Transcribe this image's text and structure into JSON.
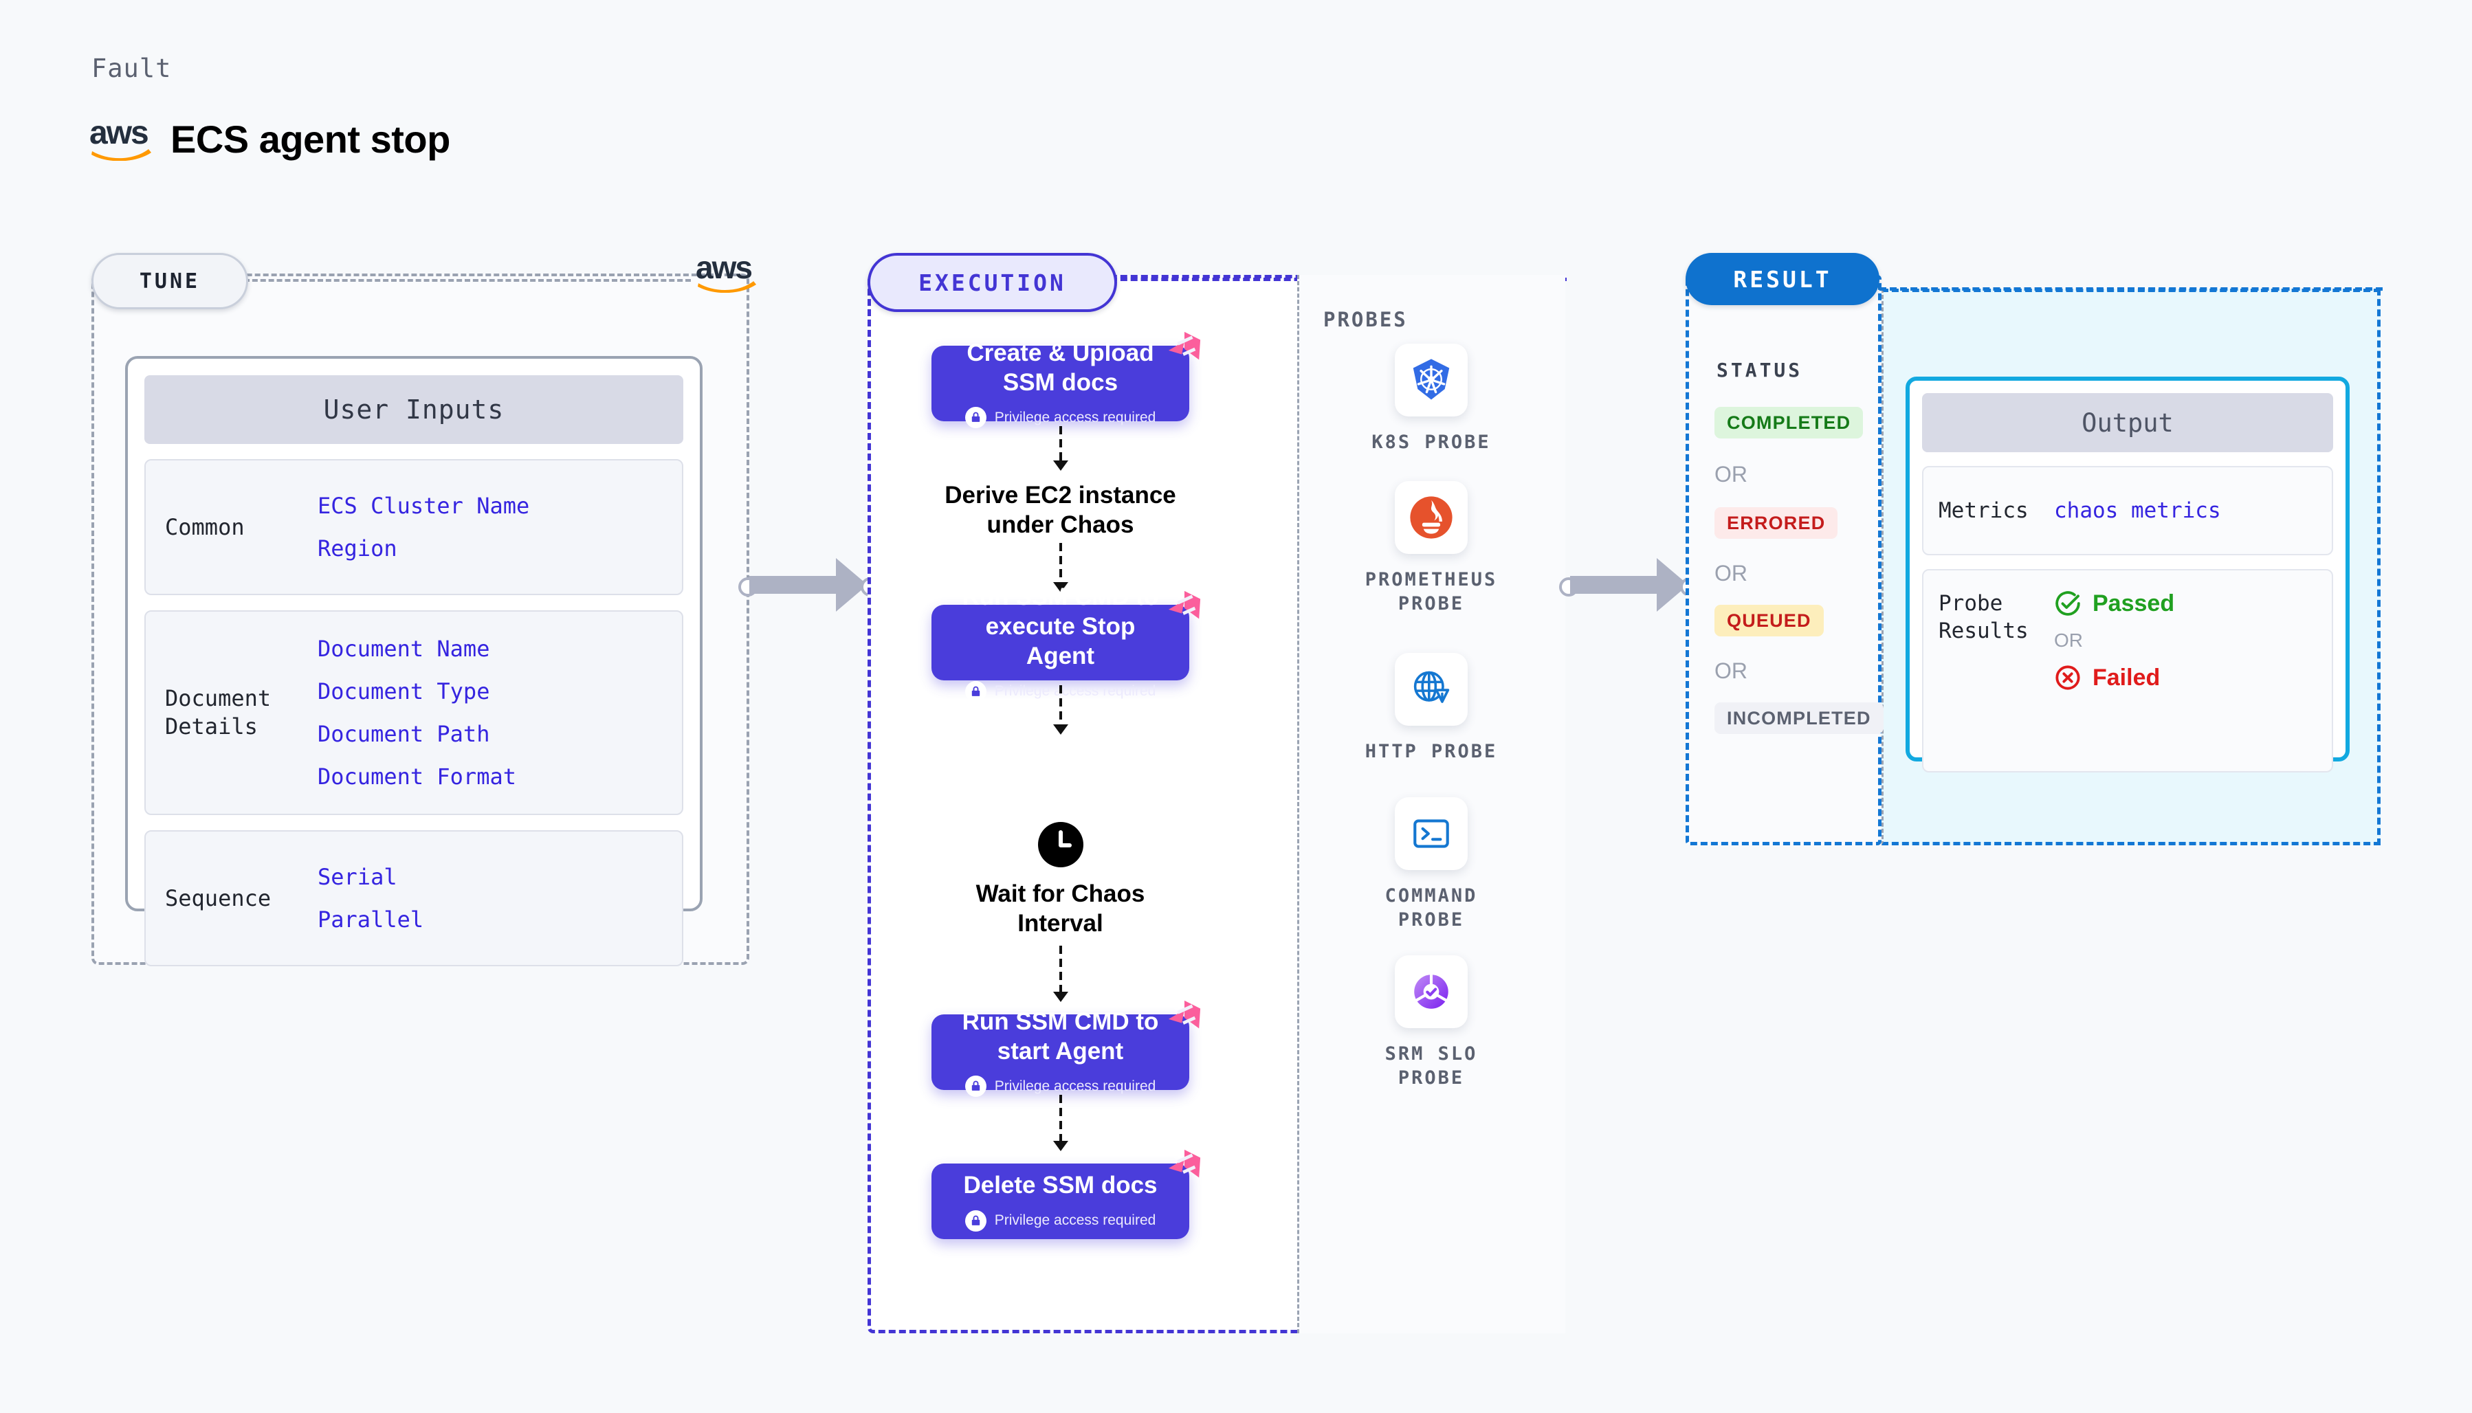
{
  "header": {
    "eyebrow": "Fault",
    "title": "ECS agent stop",
    "logo": "aws-logo"
  },
  "tune": {
    "pill_label": "TUNE",
    "card_title": "User Inputs",
    "groups": [
      {
        "label": "Common",
        "values": [
          "ECS Cluster Name",
          "Region"
        ]
      },
      {
        "label": "Document\nDetails",
        "values": [
          "Document Name",
          "Document Type",
          "Document Path",
          "Document Format"
        ]
      },
      {
        "label": "Sequence",
        "values": [
          "Serial",
          "Parallel"
        ]
      }
    ]
  },
  "execution": {
    "pill_label": "EXECUTION",
    "privilege_note": "Privilege access required",
    "steps": [
      {
        "kind": "card",
        "title": "Create & Upload\nSSM docs",
        "privileged": true
      },
      {
        "kind": "plain",
        "title": "Derive EC2 instance\nunder Chaos",
        "privileged": false
      },
      {
        "kind": "card",
        "title": "Run SSM CMD to\nexecute Stop Agent",
        "privileged": true
      },
      {
        "kind": "clock",
        "title": "Wait for Chaos\nInterval",
        "privileged": false
      },
      {
        "kind": "card",
        "title": "Run SSM CMD to\nstart Agent",
        "privileged": true
      },
      {
        "kind": "card",
        "title": "Delete SSM docs",
        "privileged": true
      }
    ]
  },
  "probes": {
    "title": "PROBES",
    "items": [
      {
        "label": "K8S PROBE",
        "icon": "kubernetes-icon",
        "color": "#326ce5"
      },
      {
        "label": "PROMETHEUS\nPROBE",
        "icon": "prometheus-icon",
        "color": "#e6522c"
      },
      {
        "label": "HTTP PROBE",
        "icon": "globe-warning-icon",
        "color": "#1477d1"
      },
      {
        "label": "COMMAND\nPROBE",
        "icon": "terminal-icon",
        "color": "#1477d1"
      },
      {
        "label": "SRM SLO\nPROBE",
        "icon": "slo-donut-icon",
        "color": "#8b3ff0"
      }
    ]
  },
  "result": {
    "pill_label": "RESULT",
    "status_title": "STATUS",
    "or_label": "OR",
    "statuses": [
      {
        "label": "COMPLETED",
        "text_color": "#157a18",
        "bg_color": "#ddf5dd"
      },
      {
        "label": "ERRORED",
        "text_color": "#c41c1c",
        "bg_color": "#fdeaea"
      },
      {
        "label": "QUEUED",
        "text_color": "#c41c1c",
        "bg_color": "#fdeebc"
      },
      {
        "label": "INCOMPLETED",
        "text_color": "#5b6170",
        "bg_color": "#f0f1f6"
      }
    ],
    "output": {
      "title": "Output",
      "rows": [
        {
          "label": "Metrics",
          "value": "chaos metrics"
        },
        {
          "label": "Probe\nResults",
          "passed": "Passed",
          "failed": "Failed",
          "or": "OR"
        }
      ],
      "passed_color": "#20a020",
      "failed_color": "#e01b1b"
    }
  },
  "colors": {
    "exec_accent": "#4335d4",
    "result_accent": "#0f72ce",
    "output_accent": "#12a9e0",
    "chaos_badge": "#fb5e9c",
    "step_card": "#4a3ddb",
    "tune_border": "#9aa2b1"
  }
}
